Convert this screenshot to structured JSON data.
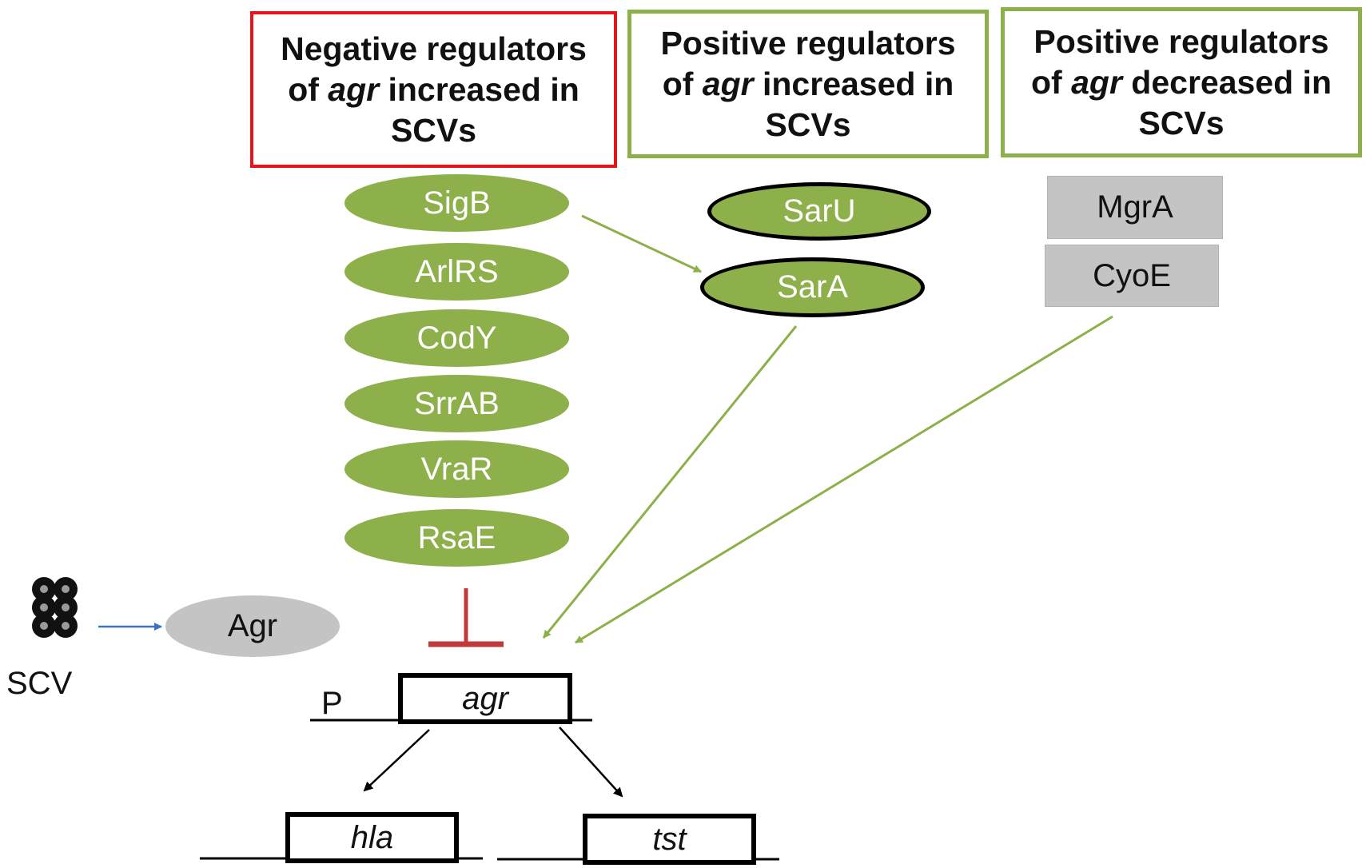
{
  "headers": {
    "negative": {
      "l1": "Negative regulators",
      "l2_pre": "of ",
      "l2_em": "agr",
      "l2_post": " increased in",
      "l3": "SCVs"
    },
    "positive_inc": {
      "l1": "Positive regulators",
      "l2_pre": "of ",
      "l2_em": "agr",
      "l2_post": " increased in",
      "l3": "SCVs"
    },
    "positive_dec": {
      "l1": "Positive regulators",
      "l2_pre": "of ",
      "l2_em": "agr",
      "l2_post": " decreased in",
      "l3": "SCVs"
    }
  },
  "negative_regulators": [
    "SigB",
    "ArlRS",
    "CodY",
    "SrrAB",
    "VraR",
    "RsaE"
  ],
  "positive_increased": [
    "SarU",
    "SarA"
  ],
  "positive_decreased": [
    "MgrA",
    "CyoE"
  ],
  "agr_node": "Agr",
  "scv_label": "SCV",
  "promoter_label": "P",
  "genes": {
    "agr": "agr",
    "hla": "hla",
    "tst": "tst"
  },
  "colors": {
    "negative_border": "#e8141b",
    "positive_border": "#8db04b",
    "oval_fill": "#8db04b",
    "gray_fill": "#c4c4c4",
    "inhibit": "#c0393b",
    "scv_arrow": "#3d73c4"
  }
}
